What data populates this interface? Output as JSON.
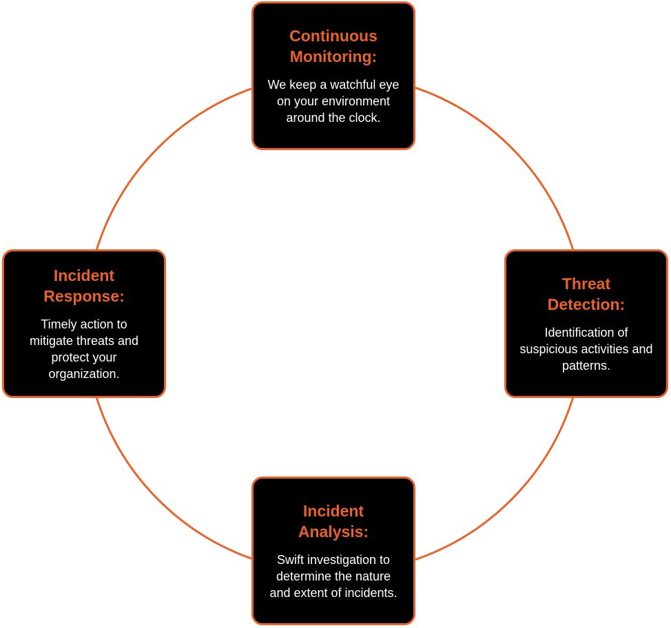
{
  "colors": {
    "accent": "#e8622c",
    "card_background": "#000000",
    "card_text": "#ffffff",
    "page_background": "#ffffff"
  },
  "cycle": [
    {
      "id": "continuous-monitoring",
      "title": "Continuous Monitoring:",
      "text": "We keep a watchful eye on your environment around the clock."
    },
    {
      "id": "threat-detection",
      "title": "Threat Detection:",
      "text": "Identification of suspicious activities and patterns."
    },
    {
      "id": "incident-analysis",
      "title": "Incident Analysis:",
      "text": "Swift investigation to determine the nature and extent of incidents."
    },
    {
      "id": "incident-response",
      "title": "Incident Response:",
      "text": "Timely action to mitigate threats and protect your organization."
    }
  ]
}
